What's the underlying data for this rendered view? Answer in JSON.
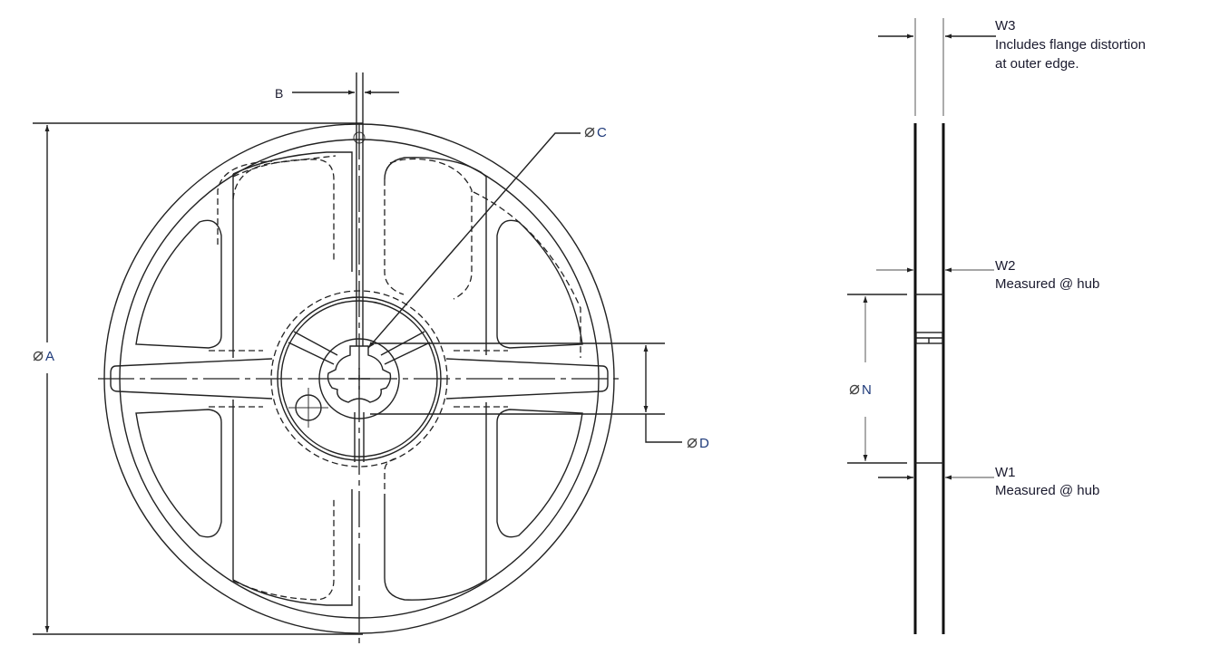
{
  "front_view": {
    "labels": {
      "A": {
        "symbol": "⌀",
        "letter": "A"
      },
      "B": {
        "letter": "B"
      },
      "C": {
        "symbol": "⌀",
        "letter": "C"
      },
      "D": {
        "symbol": "⌀",
        "letter": "D"
      }
    }
  },
  "side_view": {
    "labels": {
      "W3": {
        "title": "W3",
        "note_line1": "Includes flange distortion",
        "note_line2": "at outer edge."
      },
      "W2": {
        "title": "W2",
        "note": "Measured @ hub"
      },
      "W1": {
        "title": "W1",
        "note": "Measured @ hub"
      },
      "N": {
        "symbol": "⌀",
        "letter": "N"
      }
    }
  }
}
